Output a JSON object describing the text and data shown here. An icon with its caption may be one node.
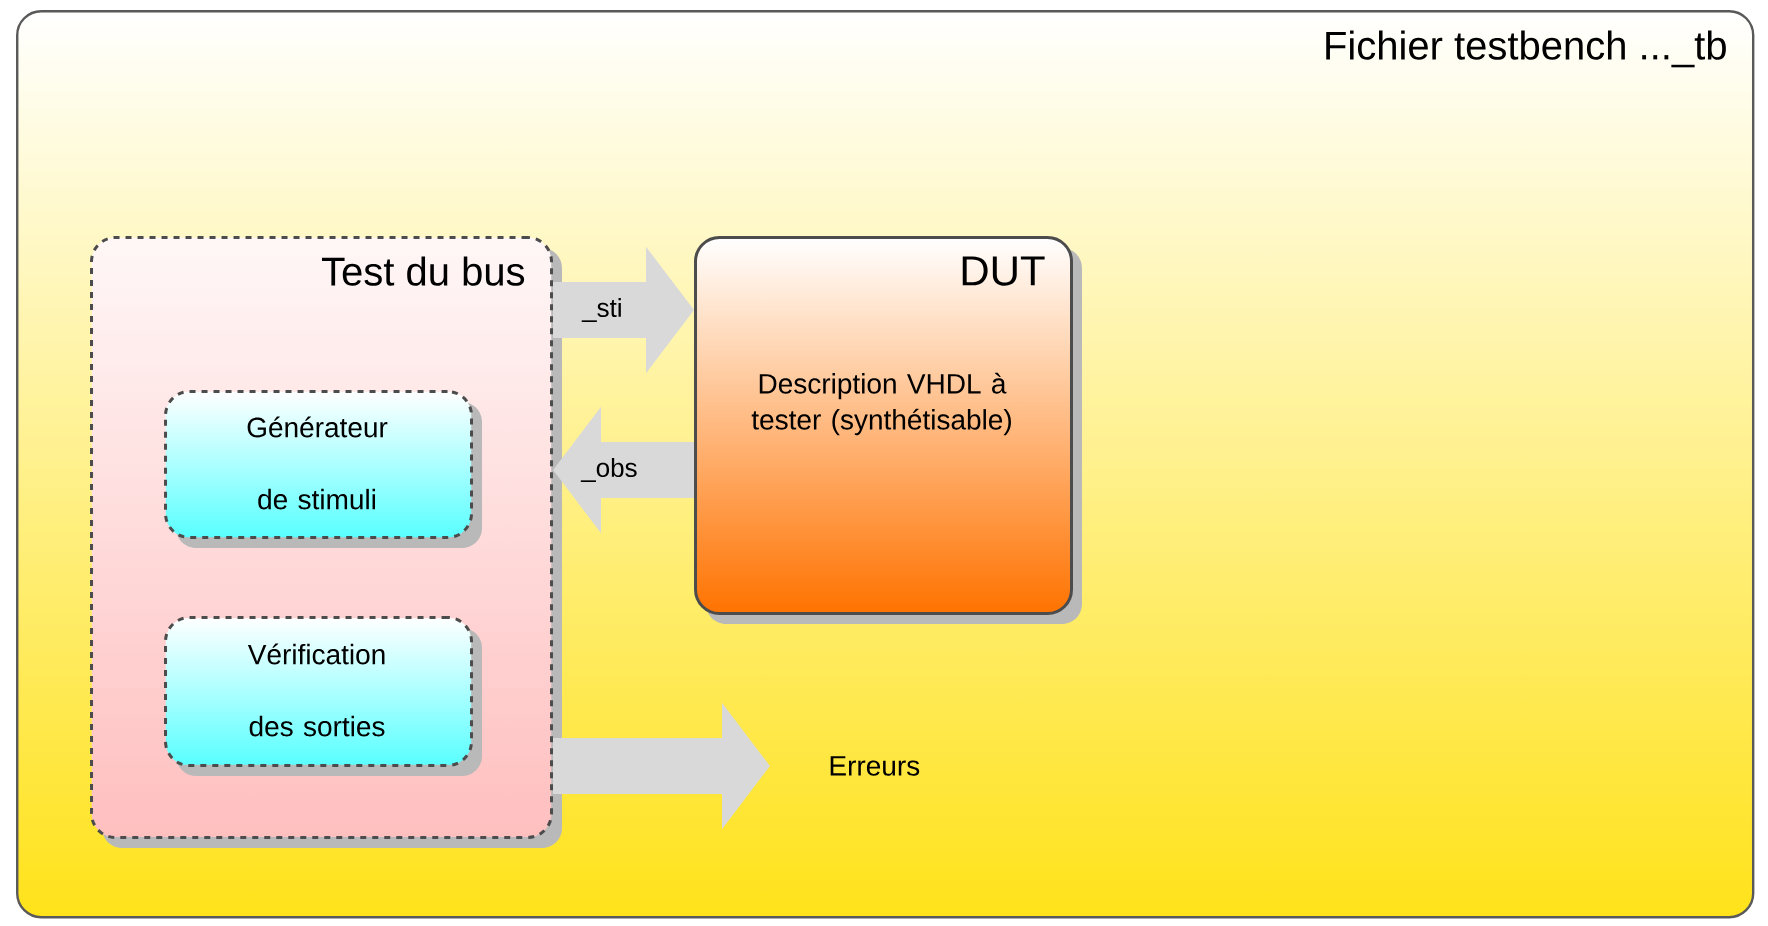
{
  "diagram": {
    "nodes": [
      {
        "text": [
          "Fichier testbench ..._tb"
        ]
      },
      {
        "text": [
          "Test du bus"
        ],
        "in": 0
      },
      {
        "text": [
          "Générateur de stimuli"
        ],
        "in": 1
      },
      {
        "text": [
          "Vérification des sorties"
        ],
        "in": 1
      },
      {
        "text": [
          "DUT",
          "Description VHDL à tester (synthétisable)"
        ],
        "in": 0
      },
      {
        "text": [
          "Erreurs"
        ],
        "in": 0
      }
    ],
    "edges": [
      {
        "from": 1,
        "to": 4,
        "arrow": "to",
        "label": "_sti"
      },
      {
        "from": 4,
        "to": 1,
        "arrow": "to",
        "label": "_obs"
      },
      {
        "from": 1,
        "to": 5,
        "arrow": "to"
      }
    ]
  }
}
